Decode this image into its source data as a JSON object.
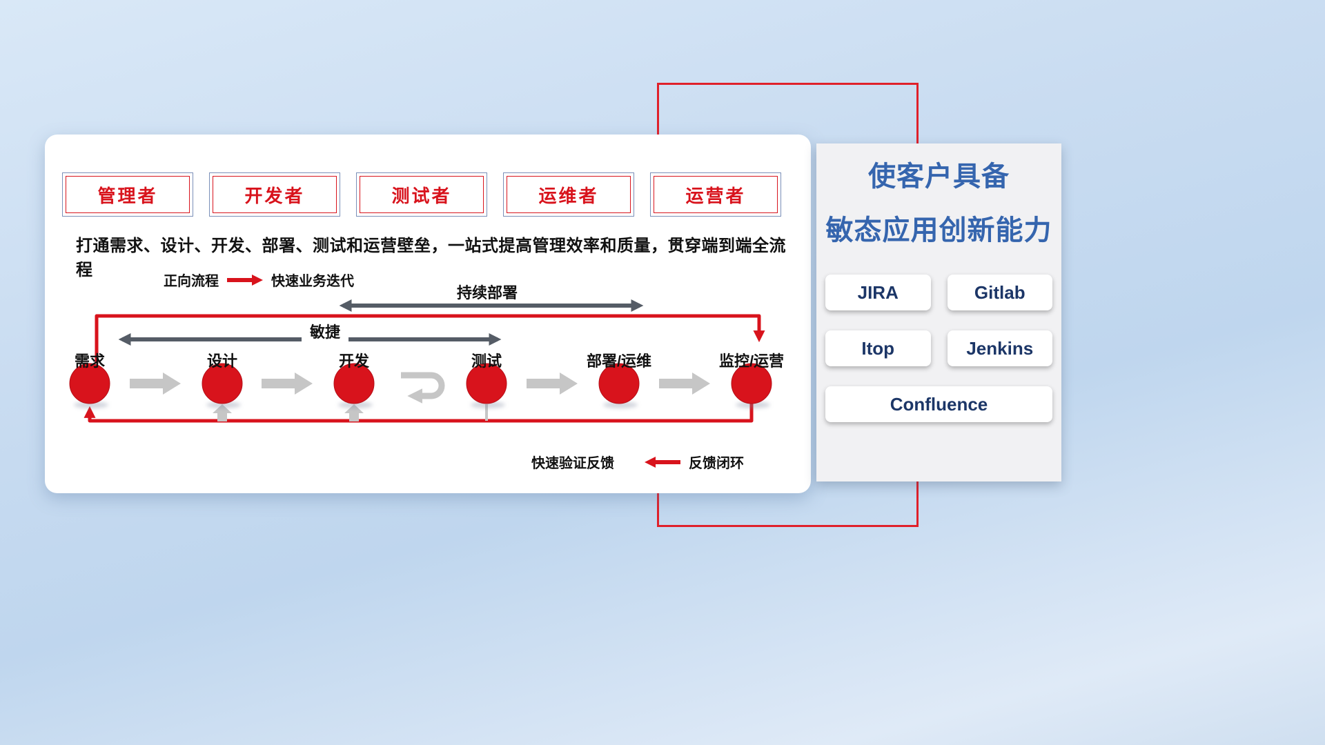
{
  "roles": [
    "管理者",
    "开发者",
    "测试者",
    "运维者",
    "运营者"
  ],
  "subtitle": "打通需求、设计、开发、部署、测试和运营壁垒，一站式提高管理效率和质量，贯穿端到端全流程",
  "legends": {
    "forward_label": "正向流程",
    "forward_desc": "快速业务迭代",
    "feedback_note": "快速验证反馈",
    "feedback_label": "反馈闭环"
  },
  "spans": {
    "continuous_deployment": "持续部署",
    "agile": "敏捷"
  },
  "nodes": [
    "需求",
    "设计",
    "开发",
    "测试",
    "部署/运维",
    "监控/运营"
  ],
  "right_panel": {
    "title_line1": "使客户具备",
    "title_line2": "敏态应用创新能力",
    "tools": [
      "JIRA",
      "Gitlab",
      "Itop",
      "Jenkins",
      "Confluence"
    ]
  },
  "colors": {
    "red": "#d8131c",
    "dark_arrow_gray": "#555c66",
    "light_arrow_gray": "#c6c6c6",
    "title_blue": "#3565ae",
    "tool_navy": "#1c3667"
  }
}
